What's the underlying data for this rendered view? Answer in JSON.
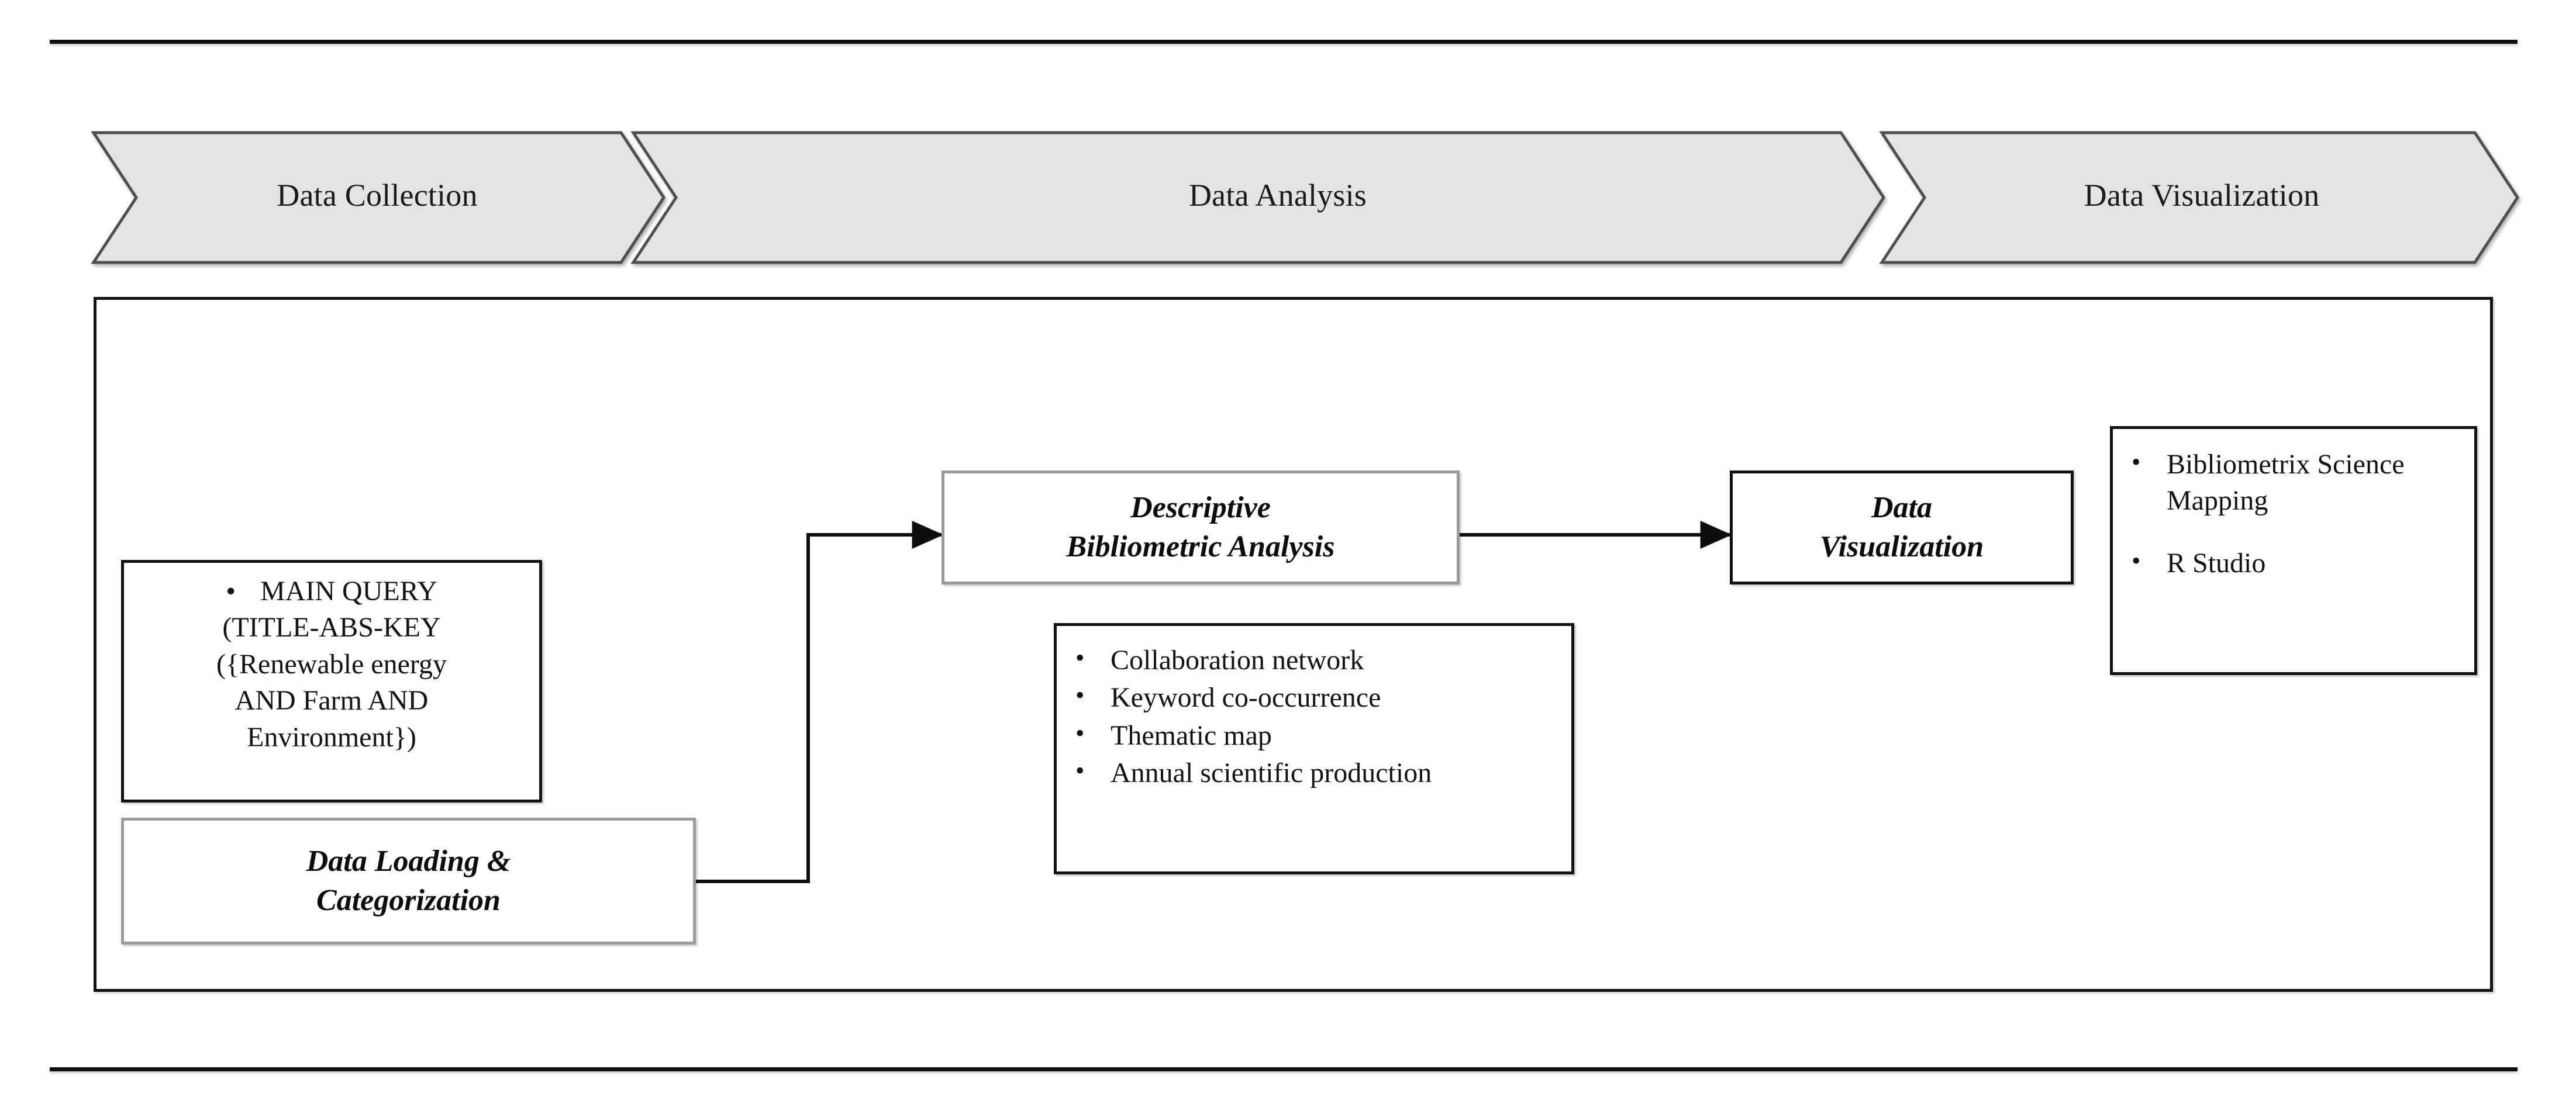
{
  "figure": {
    "type": "workflow-diagram",
    "phases": [
      {
        "label": "Data Collection"
      },
      {
        "label": "Data Analysis"
      },
      {
        "label": "Data Visualization"
      }
    ],
    "nodes": {
      "main_query": {
        "bullet": "•",
        "line1": "MAIN QUERY",
        "line2": "(TITLE-ABS-KEY",
        "line3": "({Renewable energy",
        "line4": "AND Farm AND",
        "line5": "Environment})"
      },
      "data_loading": {
        "line1": "Data Loading &",
        "line2": "Categorization"
      },
      "descriptive": {
        "line1": "Descriptive",
        "line2": "Bibliometric Analysis"
      },
      "analysis_outputs": {
        "items": [
          "Collaboration network",
          "Keyword co-occurrence",
          "Thematic map",
          "Annual scientific production"
        ]
      },
      "data_visualization": {
        "line1": "Data",
        "line2": "Visualization"
      },
      "viz_tools": {
        "items": [
          "Bibliometrix Science Mapping",
          "R Studio"
        ]
      }
    },
    "edges": [
      {
        "from": "data_loading",
        "to": "descriptive",
        "style": "elbow-arrow"
      },
      {
        "from": "descriptive",
        "to": "data_visualization",
        "style": "straight-arrow"
      }
    ],
    "colors": {
      "chevron_fill": "#e3e3e3",
      "chevron_stroke": "#4f4f4f",
      "box_border_black": "#121212",
      "box_border_gray": "#9a9a9a",
      "text": "#131313",
      "rule": "#111111",
      "page_background": "#ffffff"
    }
  }
}
